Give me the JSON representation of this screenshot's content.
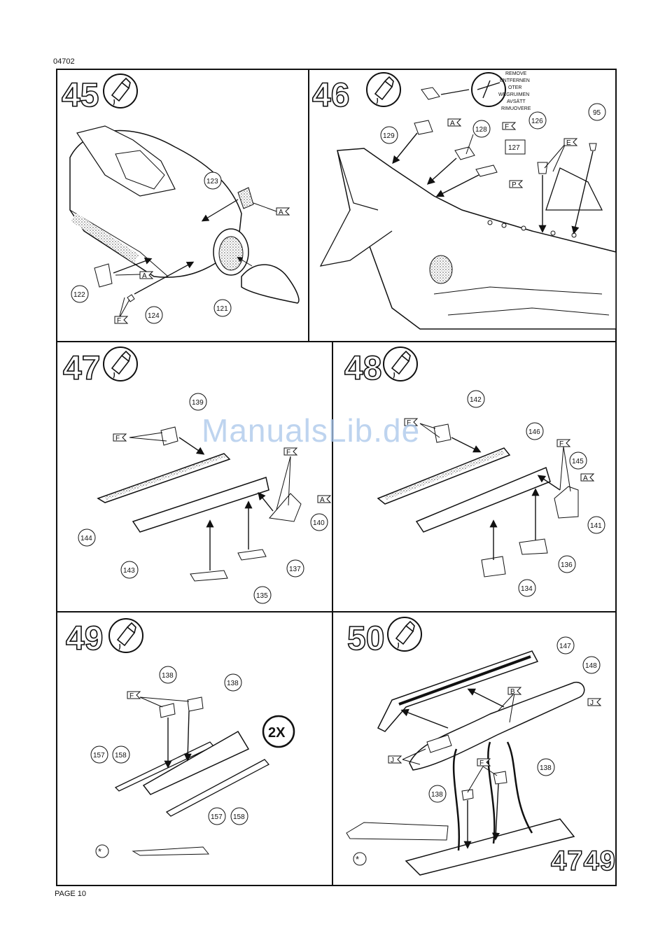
{
  "header": {
    "code": "04702"
  },
  "footer": {
    "page": "PAGE 10"
  },
  "watermark": "ManualsLib.de",
  "catalog_number": "4749",
  "remove_note": [
    "REMOVE",
    "ENTFERNEN",
    "OTER",
    "WEGRUIMEN",
    "AVSÄTT",
    "RIMUOVERE"
  ],
  "steps": [
    {
      "number": "45",
      "parts": [
        "123",
        "122",
        "124",
        "121"
      ],
      "glue": [
        "A",
        "A",
        "F"
      ]
    },
    {
      "number": "46",
      "parts": [
        "129",
        "128",
        "127",
        "126",
        "95"
      ],
      "glue": [
        "A",
        "F",
        "P",
        "E"
      ]
    },
    {
      "number": "47",
      "parts": [
        "139",
        "144",
        "143",
        "140",
        "137",
        "135"
      ],
      "glue": [
        "F",
        "F",
        "A"
      ]
    },
    {
      "number": "48",
      "parts": [
        "142",
        "146",
        "145",
        "141",
        "136",
        "134"
      ],
      "glue": [
        "F",
        "F",
        "A"
      ]
    },
    {
      "number": "49",
      "parts": [
        "138",
        "138",
        "157",
        "158",
        "157",
        "158"
      ],
      "glue": [
        "F"
      ],
      "multiplier": "2X"
    },
    {
      "number": "50",
      "parts": [
        "147",
        "148",
        "138",
        "138"
      ],
      "glue": [
        "B",
        "J",
        "J",
        "F"
      ]
    }
  ],
  "colors": {
    "ink": "#111111",
    "watermark": "#a9c6ea",
    "stipple": "#bdbdbd"
  }
}
